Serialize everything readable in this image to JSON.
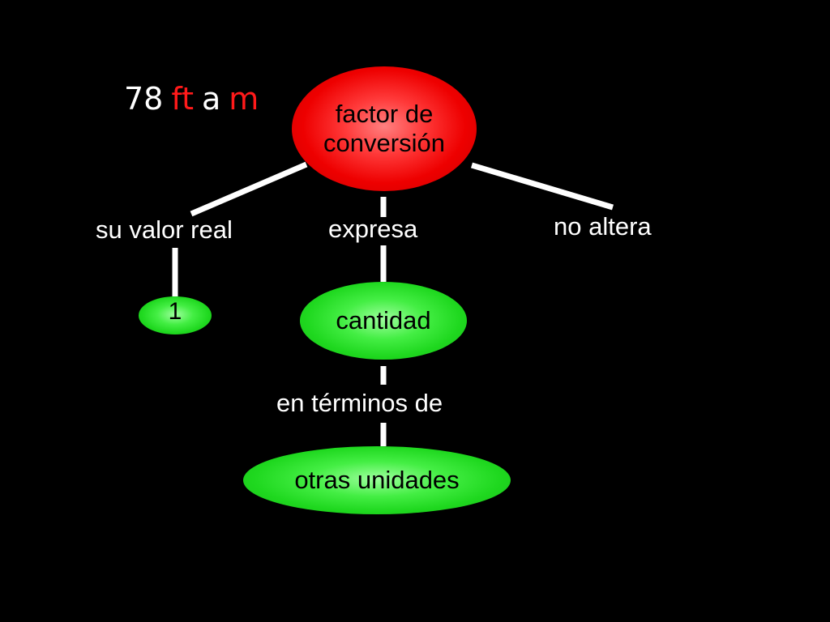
{
  "title": {
    "number": "78",
    "unit_from": "ft",
    "connector": "a",
    "unit_to": "m"
  },
  "nodes": {
    "center": "factor de conversión",
    "one": "1",
    "cantidad": "cantidad",
    "otras": "otras unidades"
  },
  "labels": {
    "su_valor_real": "su valor real",
    "expresa": "expresa",
    "no_altera": "no altera",
    "en_terminos_de": "en términos de"
  },
  "colors": {
    "background": "#000000",
    "central_node": "#ee0000",
    "leaf_node": "#1fd81f",
    "highlight_unit": "#ff1a1a",
    "connector_line": "#ffffff"
  }
}
